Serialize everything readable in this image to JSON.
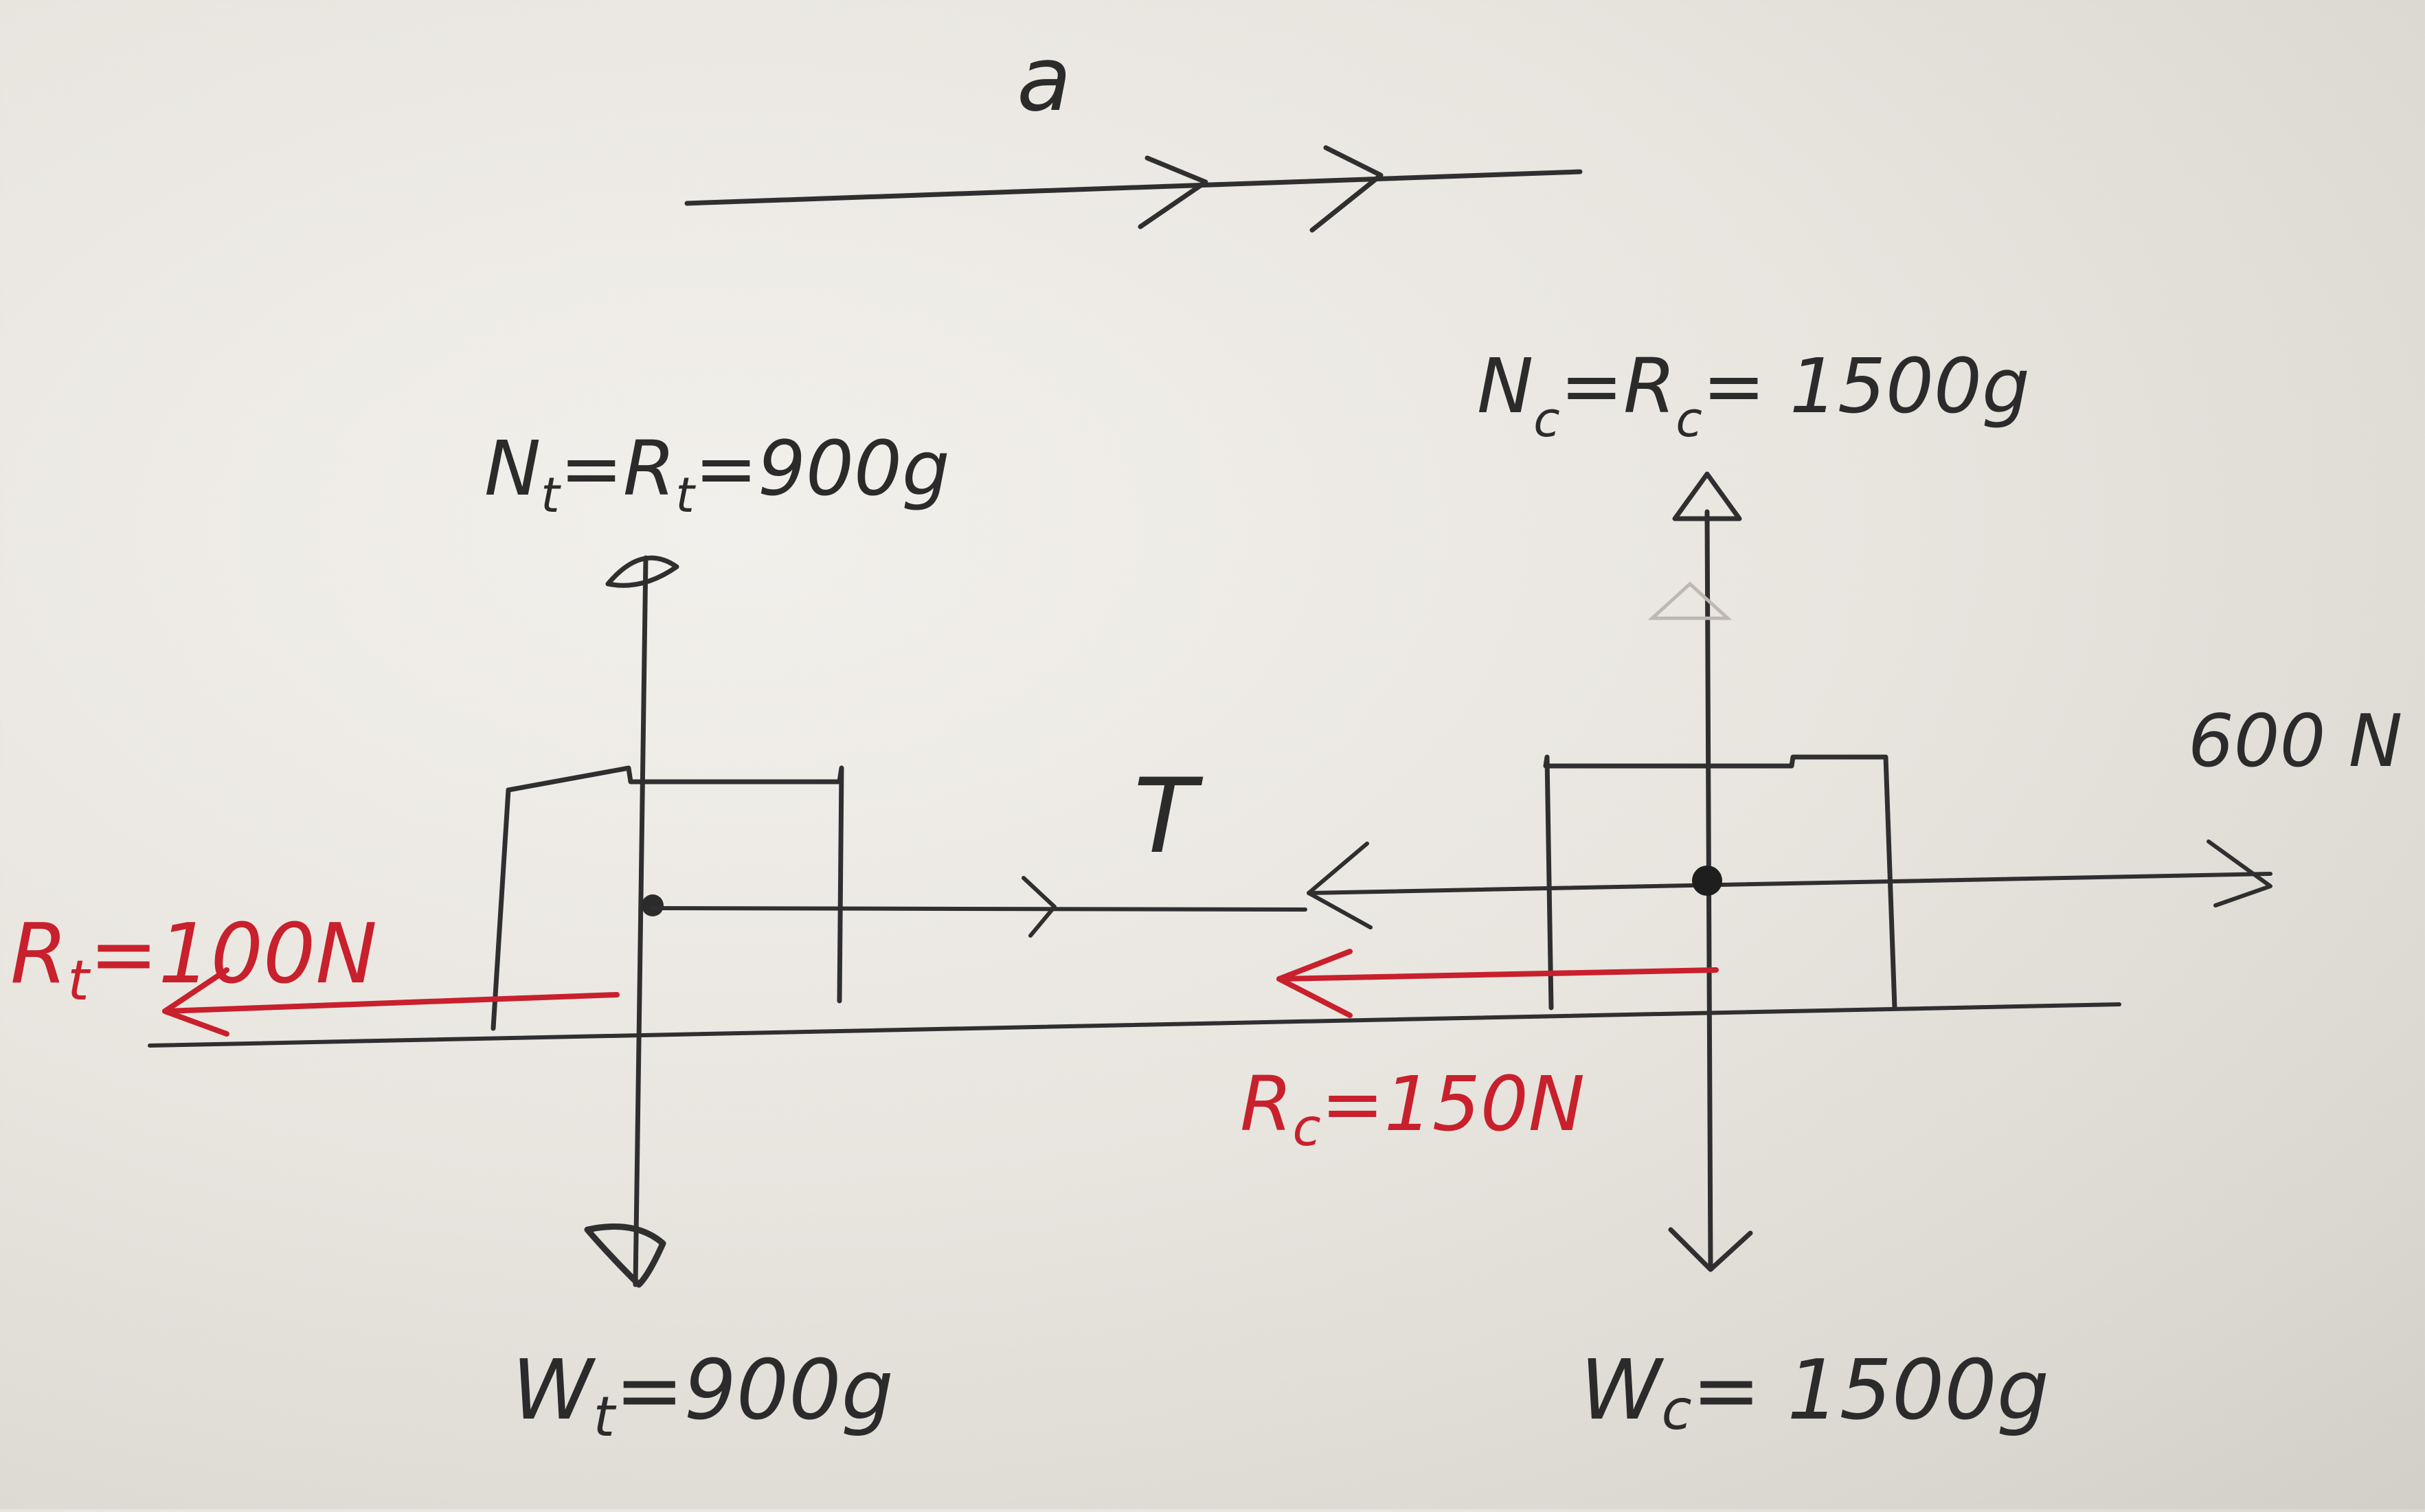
{
  "diagram": {
    "acceleration_label": "a",
    "tension_label": "T",
    "applied_force_label": "600 N",
    "trailer": {
      "normal_label": "N",
      "normal_sub": "t",
      "normal_mid": "=R",
      "normal_mid_sub": "t",
      "normal_value": "=900g",
      "weight_label": "W",
      "weight_sub": "t",
      "weight_value": "=900g",
      "resistance_label": "R",
      "resistance_sub": "t",
      "resistance_value": "=100N"
    },
    "car": {
      "normal_label": "N",
      "normal_sub": "c",
      "normal_mid": "=R",
      "normal_mid_sub": "c",
      "normal_value": "= 1500g",
      "weight_label": "W",
      "weight_sub": "c",
      "weight_value": "= 1500g",
      "resistance_label": "R",
      "resistance_sub": "c",
      "resistance_value": "=150N"
    },
    "colors": {
      "ink": "#2f2f2f",
      "red_ink": "#c8202c",
      "paper": "#e9e6e0"
    }
  }
}
